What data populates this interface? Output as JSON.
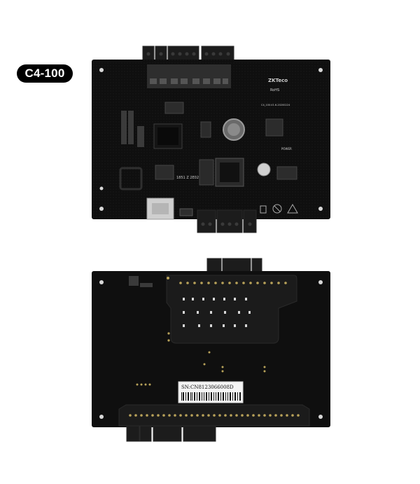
{
  "badge": {
    "model": "C4-100"
  },
  "front_board": {
    "brand_silkscreen": "ZKTeco",
    "rohs_silkscreen": "RoHS",
    "version_silkscreen": "C4_100-V1.6-20200224",
    "chip_silkscreen": "1851 Z 2E02",
    "power_silkscreen": "POWER"
  },
  "back_board": {
    "sn_label": "SN:",
    "sn_value": "CN8123066008D"
  },
  "colors": {
    "pcb": "#0f0f0f",
    "connector": "#1c1c1c",
    "gold": "#b9a35a",
    "badge_bg": "#000000"
  }
}
